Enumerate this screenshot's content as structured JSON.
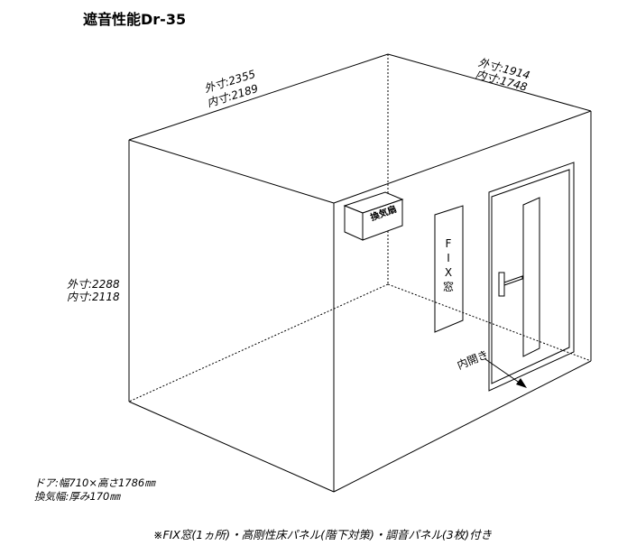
{
  "title": "遮音性能Dr-35",
  "dims": {
    "width_outer": "外寸:2355",
    "width_inner": "内寸:2189",
    "depth_outer": "外寸:1914",
    "depth_inner": "内寸:1748",
    "height_outer": "外寸:2288",
    "height_inner": "内寸:2118"
  },
  "labels": {
    "fan": "換気扇",
    "fix_window_chars": [
      "F",
      "I",
      "X",
      "窓"
    ],
    "door_open": "内開き"
  },
  "notes": {
    "door": "ドア:幅710×高さ1786㎜",
    "fan_width": "換気幅:厚み170㎜"
  },
  "footnote": "※FIX窓(1ヵ所)・高剛性床パネル(階下対策)・調音パネル(3枚)付き"
}
